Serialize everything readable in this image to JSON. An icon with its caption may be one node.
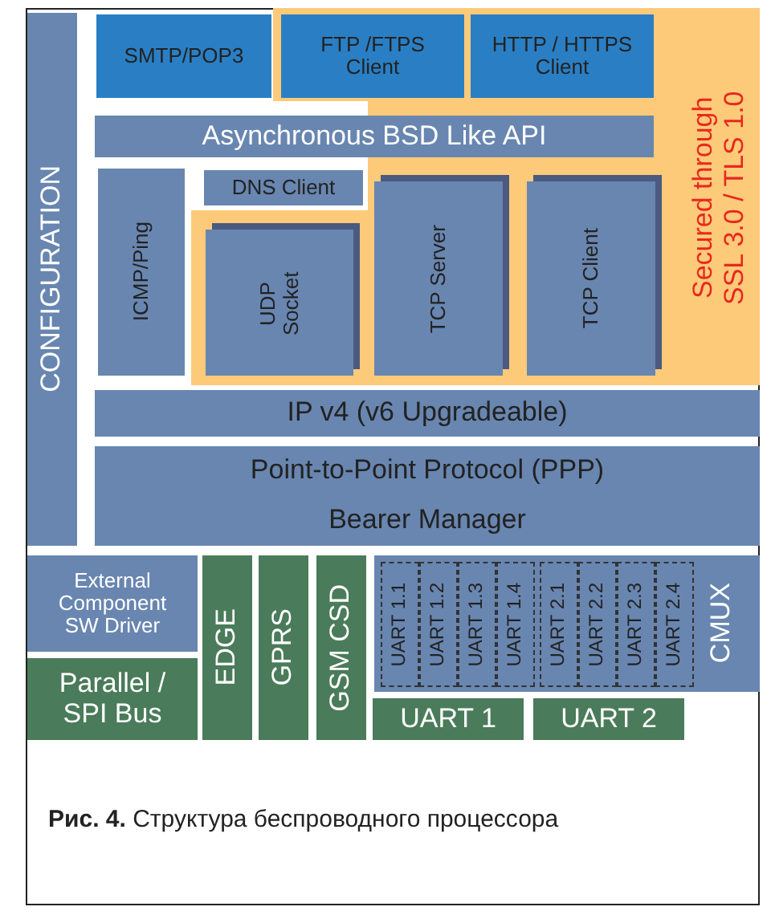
{
  "diagram": {
    "caption": "**Рис. 4.** Структура беспроводного процессора",
    "nodes": [
      {
        "text": [
          "CONFIGURATION"
        ]
      },
      {
        "text": [
          "SMTP/POP3"
        ]
      },
      {
        "text": [
          "Secured through SSL 3.0 / TLS 1.0"
        ]
      },
      {
        "text": [
          "FTP /FTPS Client"
        ],
        "in": 2
      },
      {
        "text": [
          "HTTP / HTTPS Client"
        ],
        "in": 2
      },
      {
        "text": [
          "Asynchronous BSD Like API"
        ]
      },
      {
        "text": [
          "ICMP/Ping"
        ]
      },
      {
        "text": [
          "DNS Client"
        ]
      },
      {
        "text": [
          "UDP Socket"
        ],
        "in": 2
      },
      {
        "text": [
          "TCP Server"
        ],
        "in": 2
      },
      {
        "text": [
          "TCP Client"
        ],
        "in": 2
      },
      {
        "text": [
          "IP v4 (v6 Upgradeable)"
        ]
      },
      {
        "text": [
          "Point-to-Point Protocol (PPP)",
          "Bearer Manager"
        ]
      },
      {
        "text": [
          "External Component SW Driver"
        ]
      },
      {
        "text": [
          "Parallel / SPI Bus"
        ]
      },
      {
        "text": [
          "EDGE"
        ]
      },
      {
        "text": [
          "GPRS"
        ]
      },
      {
        "text": [
          "GSM CSD"
        ]
      },
      {
        "text": [
          "CMUX"
        ]
      },
      {
        "text": [
          "UART 1.1"
        ],
        "in": 18
      },
      {
        "text": [
          "UART 1.2"
        ],
        "in": 18
      },
      {
        "text": [
          "UART 1.3"
        ],
        "in": 18
      },
      {
        "text": [
          "UART 1.4"
        ],
        "in": 18
      },
      {
        "text": [
          "UART 2.1"
        ],
        "in": 18
      },
      {
        "text": [
          "UART 2.2"
        ],
        "in": 18
      },
      {
        "text": [
          "UART 2.3"
        ],
        "in": 18
      },
      {
        "text": [
          "UART 2.4"
        ],
        "in": 18
      },
      {
        "text": [
          "UART 1"
        ]
      },
      {
        "text": [
          "UART 2"
        ]
      }
    ]
  }
}
